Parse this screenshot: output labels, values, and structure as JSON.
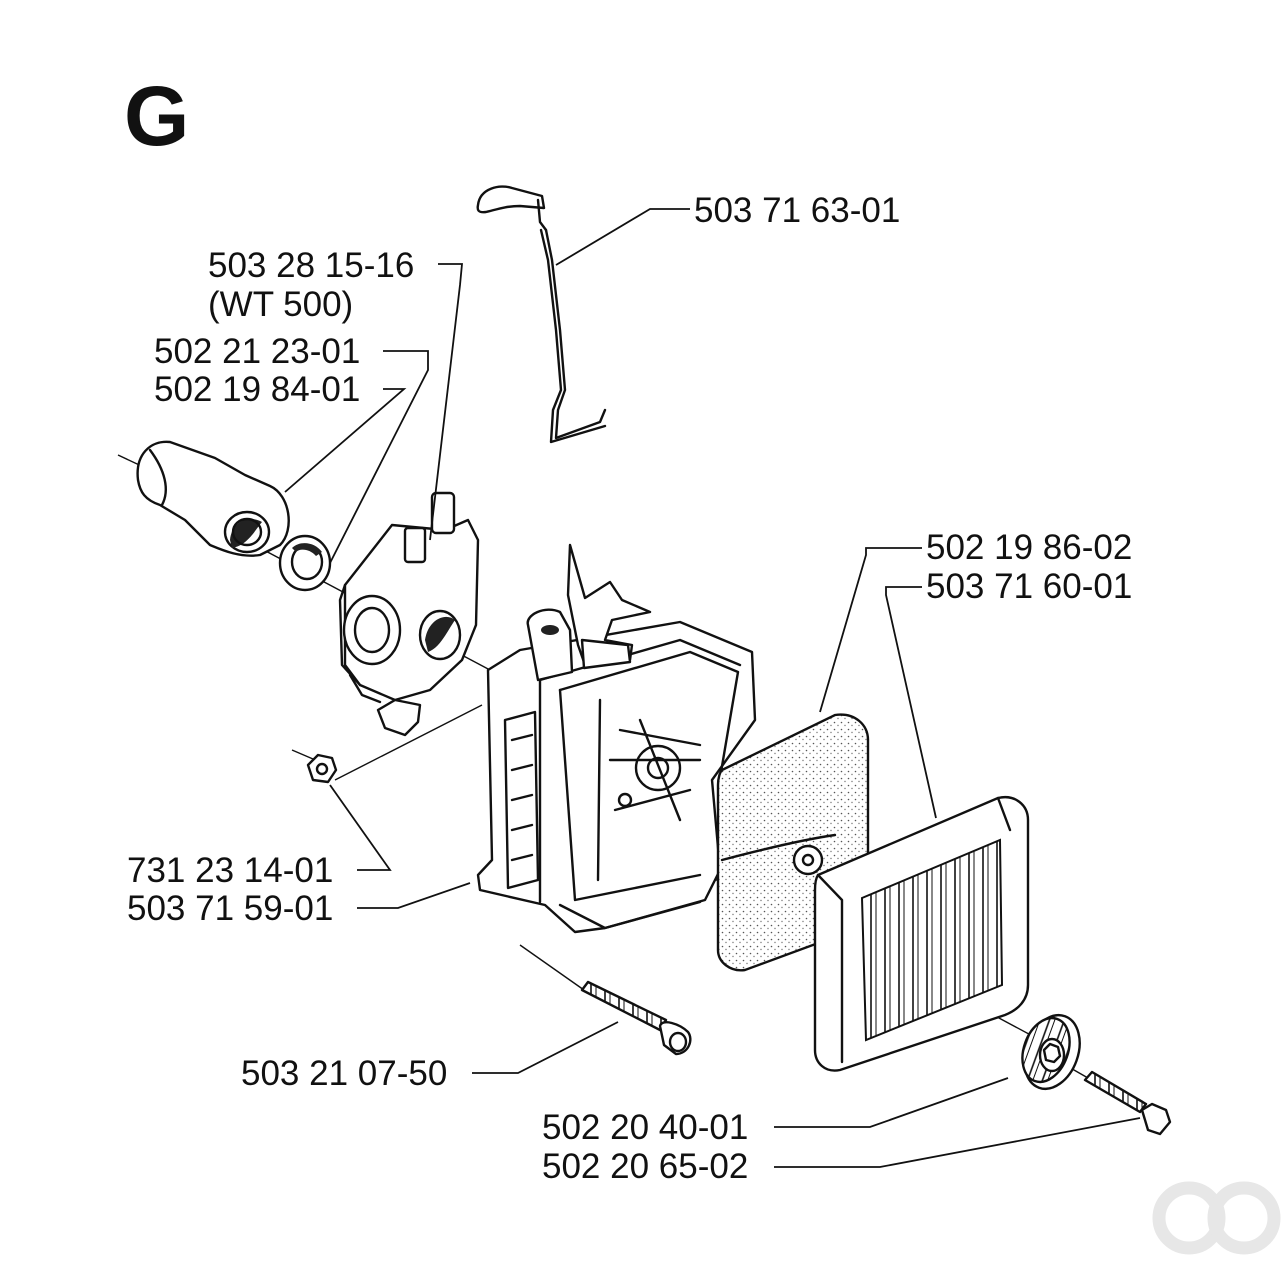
{
  "section_letter": "G",
  "part_labels": {
    "primer_rod": "503 71 63-01",
    "carburetor": "503 28 15-16",
    "carburetor_model": "(WT 500)",
    "gasket": "502 21 23-01",
    "intake_ring": "502 19 84-01",
    "filter_foam": "502 19 86-02",
    "filter_element": "503 71 60-01",
    "nut": "731 23 14-01",
    "filter_housing": "503 71 59-01",
    "housing_screw": "503 21 07-50",
    "knob": "502 20 40-01",
    "knob_screw": "502 20 65-02"
  }
}
